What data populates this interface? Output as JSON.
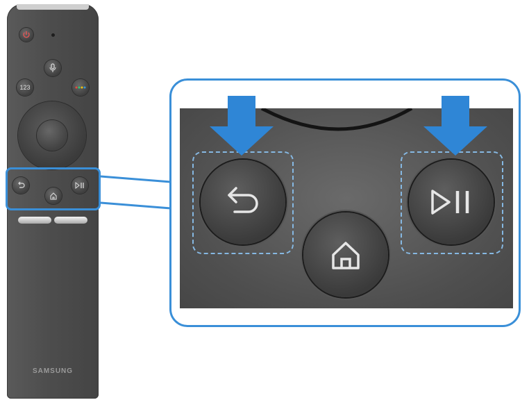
{
  "remote": {
    "brand": "SAMSUNG",
    "numeric_button_label": "123"
  },
  "colors": {
    "highlight": "#3a8fd8",
    "dashed_outline": "#86b8e2",
    "arrow": "#2f86d6",
    "remote_body": "#4d4d4d",
    "power_button": "#c0392b"
  },
  "icons": {
    "power": "power-icon",
    "mic": "microphone-icon",
    "color": "color-dots-icon",
    "return": "return-icon",
    "home": "home-icon",
    "play_pause": "play-pause-icon"
  },
  "callouts": {
    "highlighted_buttons": [
      "return-button",
      "play-pause-button"
    ]
  }
}
